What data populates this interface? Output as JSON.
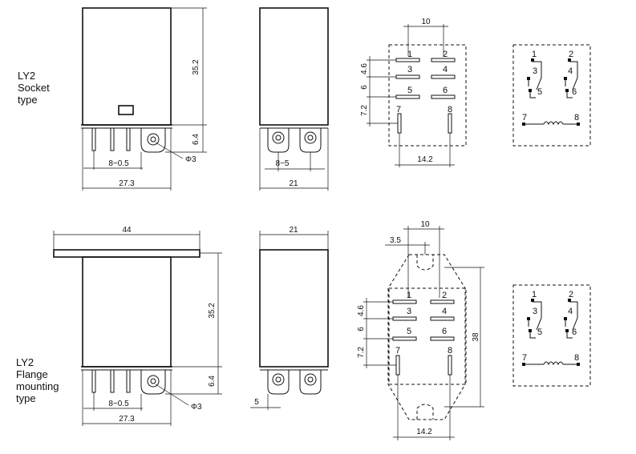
{
  "colors": {
    "ink": "#111111",
    "background": "#ffffff"
  },
  "socket": {
    "title": [
      "LY2",
      "Socket",
      "type"
    ],
    "front": {
      "height": "35.2",
      "pin_len": "6.4",
      "pin_pitch": "8−0.5",
      "width": "27.3",
      "hole": "Φ3"
    },
    "side": {
      "pitch": "8−5",
      "width": "21"
    },
    "footprint": {
      "top_pitch": "10",
      "row1": "4.6",
      "row2": "6",
      "row3": "7.2",
      "bottom": "14.2"
    },
    "pins": [
      "1",
      "2",
      "3",
      "4",
      "5",
      "6",
      "7",
      "8"
    ],
    "schematic": [
      "1",
      "2",
      "3",
      "4",
      "5",
      "6",
      "7",
      "8"
    ]
  },
  "flange": {
    "title": [
      "LY2",
      "Flange",
      "mounting",
      "type"
    ],
    "front": {
      "overall_width": "44",
      "height": "35.2",
      "pin_len": "6.4",
      "pin_pitch": "8−0.5",
      "width": "27.3",
      "hole": "Φ3"
    },
    "side": {
      "width": "21",
      "offset": "5"
    },
    "footprint": {
      "top_pitch": "10",
      "offset": "3.5",
      "row1": "4.6",
      "row2": "6",
      "row3": "7.2",
      "height": "38",
      "bottom": "14.2"
    },
    "pins": [
      "1",
      "2",
      "3",
      "4",
      "5",
      "6",
      "7",
      "8"
    ],
    "schematic": [
      "1",
      "2",
      "3",
      "4",
      "5",
      "6",
      "7",
      "8"
    ]
  }
}
